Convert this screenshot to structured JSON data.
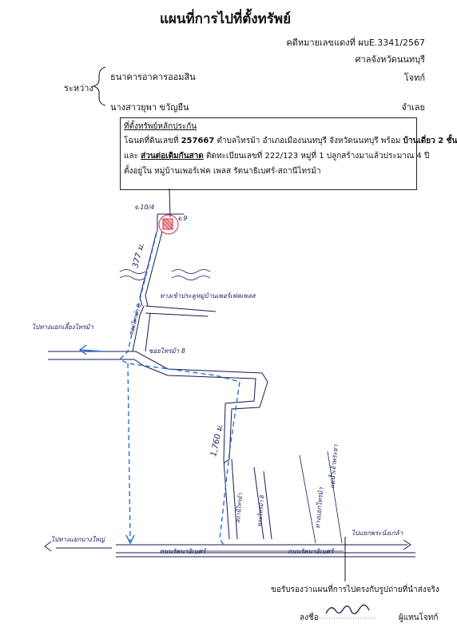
{
  "title": "แผนที่การไปที่ตั้งทรัพย์",
  "case": {
    "number": "คดีหมายเลขแดงที่ ผบE.3341/2567",
    "court": "ศาลจังหวัดนนทบุรี"
  },
  "parties": {
    "between_label": "ระหว่าง",
    "plaintiff": "ธนาคารอาคารออมสิน",
    "plaintiff_role": "โจทก์",
    "defendant": "นางสาวยุพา ขวัญยืน",
    "defendant_role": "จำเลย"
  },
  "property": {
    "heading": "ที่ตั้งทรัพย์หลักประกัน",
    "line1_a": "โฉนดที่ดินเลขที่ ",
    "deed_no": "257667",
    "line1_b": " ตำบลไทรม้า อำเภอเมืองนนทบุรี จังหวัดนนทบุรี พร้อม ",
    "building": "บ้านเดี่ยว 2 ชั้น",
    "line2_a": "และ ",
    "extension": "ส่วนต่อเติมกันสาด",
    "line2_b": " ติดทะเบียนเลขที่ 222/123 หมู่ที่ 1   ปลูกสร้างมาแล้วประมาณ  4  ปี",
    "line3": "ตั้งอยู่ใน หมู่บ้านเพอร์เฟค เพลส รัตนาธิเบศร์-สถานีไทรม้า"
  },
  "map_labels": {
    "plot_a": "จ.10/4",
    "plot_b": "จ.9",
    "distance_north": "377 ม.",
    "village_gate": "ทางเข้าประตูหมู่บ้านเพอร์เฟคเพลส",
    "soi_1": "ซอยไทรม้า 8",
    "to_left": "ไปทางแยกเลี้ยงไทรม้า",
    "soi_2": "ซอยไทรม้า 8",
    "distance_south": "1,760 ม.",
    "road_name_left": "ถนนรัตนาธิเบศร์",
    "station": "สถานีไทรม้า",
    "soi_3": "ซอยไทรม้า 8",
    "soi_4": "ทางแยกไทรม้า",
    "road_v": "แม่น้ำเจ้าพระยา",
    "to_right": "ไปแยกพระนั่งเกล้า",
    "to_far_left": "ไปทางแยกบางใหญ่",
    "main_road": "ถนนรัตนาธิเบศร์"
  },
  "footer": {
    "certify": "ขอรับรองว่าแผนที่การไปตรงกับรูปถ่ายที่นำส่งจริง",
    "sign_prefix": "ลงชื่อ",
    "sign_suffix": "ผู้แทนโจทก์"
  },
  "colors": {
    "ink": "#1a1a5a",
    "route": "#2a6fd6",
    "marker": "#d62a3a"
  }
}
